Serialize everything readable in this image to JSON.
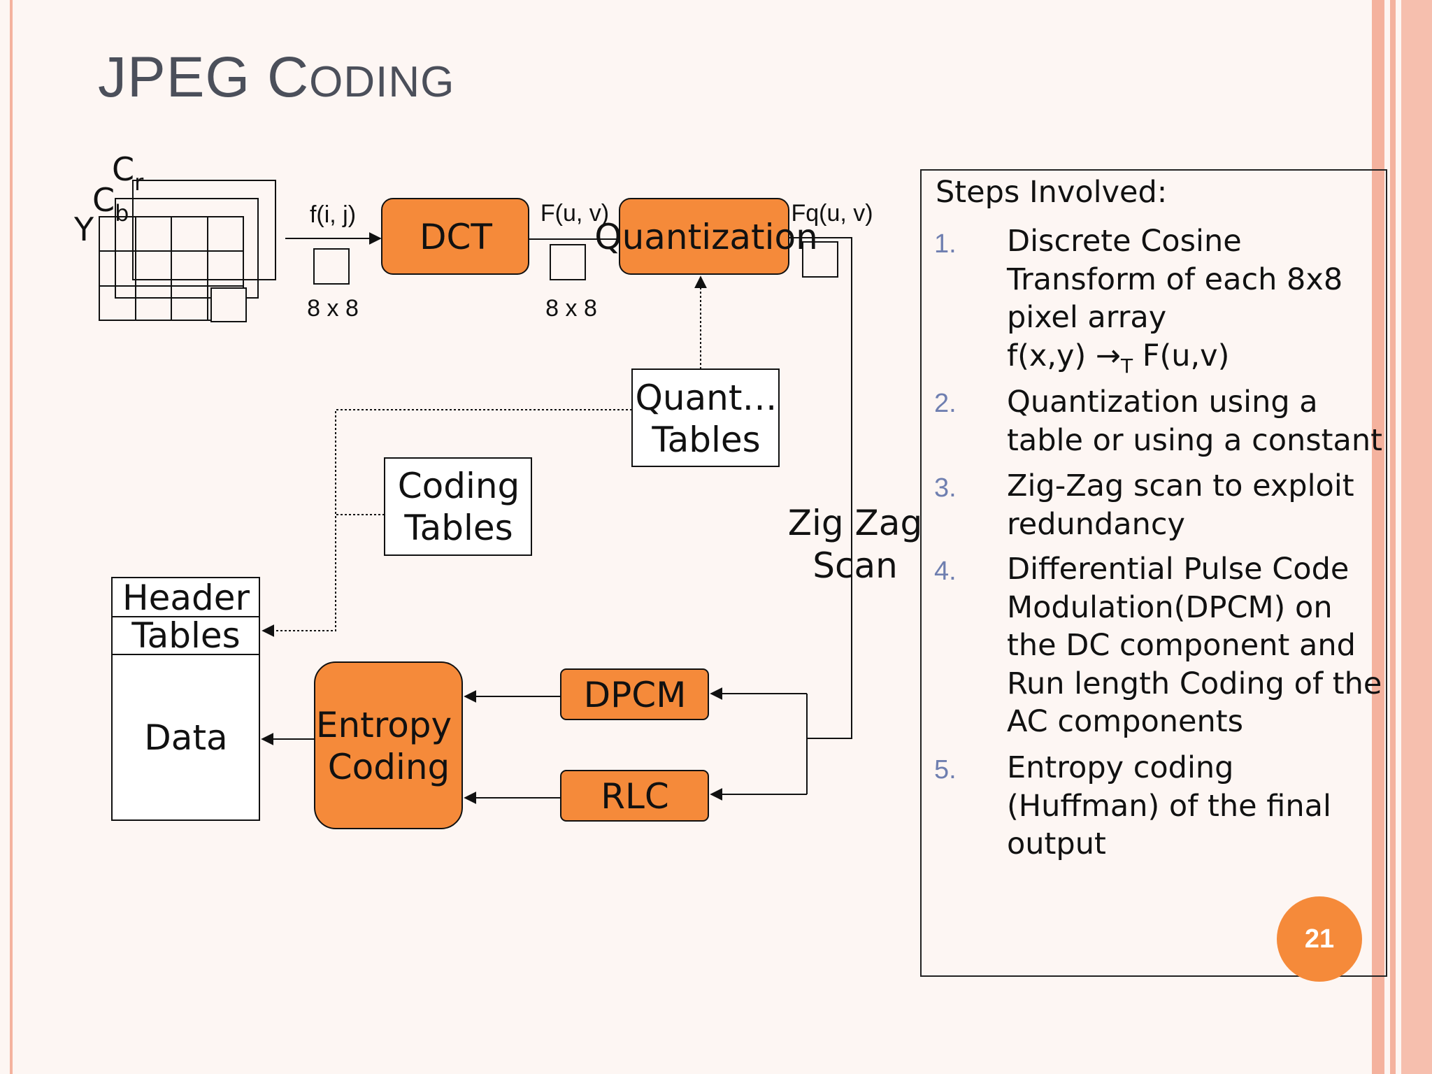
{
  "slide": {
    "title_first": "JPEG ",
    "title_c": "C",
    "title_rest": "ODING",
    "page_number": "21"
  },
  "diagram": {
    "channel_cr": "C",
    "channel_cr_sub": "r",
    "channel_cb": "C",
    "channel_cb_sub": "b",
    "channel_y": "Y",
    "f_ij": "f(i, j)",
    "F_uv": "F(u, v)",
    "Fq_uv": "Fq(u, v)",
    "block_size_1": "8 x 8",
    "block_size_2": "8 x 8",
    "dct": "DCT",
    "quantization": "Quantization",
    "quant_tables_line1": "Quant…",
    "quant_tables_line2": "Tables",
    "coding_tables_line1": "Coding",
    "coding_tables_line2": "Tables",
    "zigzag_line1": "Zig Zag",
    "zigzag_line2": "Scan",
    "header": "Header",
    "tables": "Tables",
    "data": "Data",
    "entropy_line1": "Entropy",
    "entropy_line2": "Coding",
    "dpcm": "DPCM",
    "rlc": "RLC"
  },
  "steps": {
    "heading": "Steps Involved:",
    "items": [
      {
        "num": "1.",
        "lines": [
          "Discrete Cosine",
          "Transform of each 8x8",
          "pixel array"
        ],
        "formula_left": "f(x,y) →",
        "formula_sub": "T",
        "formula_right": " F(u,v)"
      },
      {
        "num": "2.",
        "lines": [
          "Quantization using a",
          "table or using a constant"
        ]
      },
      {
        "num": "3.",
        "lines": [
          "Zig-Zag scan to exploit",
          "redundancy"
        ]
      },
      {
        "num": "4.",
        "lines": [
          "Differential Pulse Code",
          "Modulation(DPCM) on",
          "the DC component and",
          "Run length Coding of the",
          "AC components"
        ]
      },
      {
        "num": "5.",
        "lines": [
          "Entropy coding",
          "(Huffman) of the final",
          "output"
        ]
      }
    ]
  },
  "colors": {
    "accent_orange": "#f58a3a",
    "frame_peach": "#f4b29e",
    "title_gray": "#4b4f5a",
    "step_number_blue": "#6f7fb0"
  }
}
